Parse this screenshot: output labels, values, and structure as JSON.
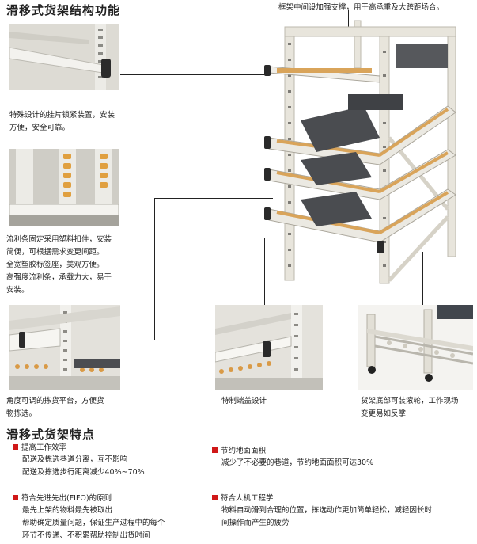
{
  "header": {
    "title": "滑移式货架结构功能",
    "top_note": "框架中间设加强支撑，用于高承重及大跨距场合。"
  },
  "callouts": {
    "hanger": [
      "特殊设计的挂片锁紧装置，安装",
      "方便，安全可靠。"
    ],
    "flow_strip": [
      "流利条固定采用塑料扣件，安装",
      "简便，可根据需求变更间距。",
      "全宽塑胶标签座，美观方便。",
      "高强度流利条，承载力大，易于",
      "安装。"
    ],
    "picking_platform": [
      "角度可调的拣货平台，方便货",
      "物拣选。"
    ],
    "end_cap": [
      "特制端盖设计"
    ],
    "casters": [
      "货架底部可装滚轮，工作现场",
      "变更易如反掌"
    ]
  },
  "features": {
    "title": "滑移式货架特点",
    "items": [
      {
        "head": "提高工作效率",
        "lines": [
          "配送及拣选巷道分离，互不影响",
          "配送及拣选步行距离减少40%~70%"
        ]
      },
      {
        "head": "节约地面面积",
        "lines": [
          "减少了不必要的巷道，节约地面面积可达30%"
        ]
      },
      {
        "head": "符合先进先出(FIFO)的原则",
        "lines": [
          "最先上架的物料最先被取出",
          "帮助确定质量问题，保证生产过程中的每个",
          "环节不传递、不积累帮助控制出货时间"
        ]
      },
      {
        "head": "符合人机工程学",
        "lines": [
          "物料自动滑到合理的位置，拣选动作更加简单轻松，减轻因长时",
          "间操作而产生的疲劳"
        ]
      }
    ]
  },
  "colors": {
    "accent": "#d01818",
    "frame": "#e6e3da",
    "roller": "#d9a45a",
    "bin": "#4a4c50"
  }
}
